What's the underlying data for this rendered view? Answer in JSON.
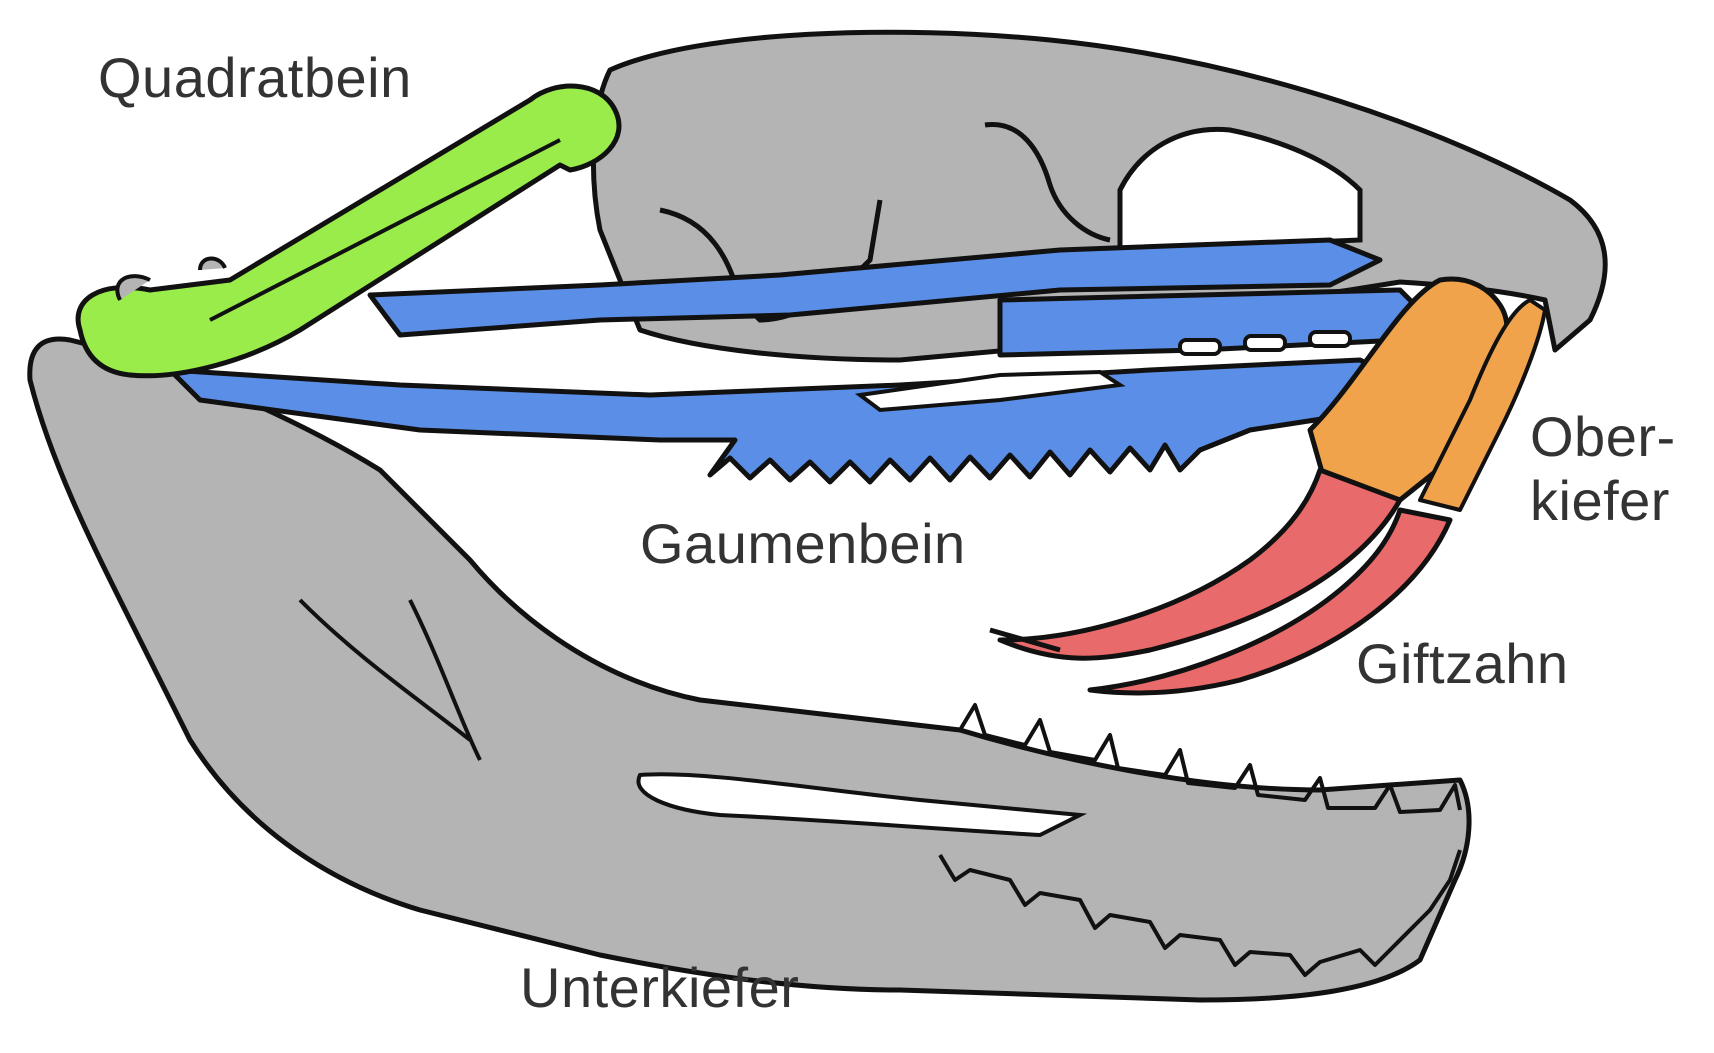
{
  "labels": {
    "quadratbein": "Quadratbein",
    "gaumenbein": "Gaumenbein",
    "oberkiefer_line1": "Ober-",
    "oberkiefer_line2": "kiefer",
    "giftzahn": "Giftzahn",
    "unterkiefer": "Unterkiefer"
  },
  "colors": {
    "skull": "#b4b4b4",
    "outline": "#111111",
    "quadratbein": "#99ec4a",
    "gaumenbein": "#5b8ee6",
    "oberkiefer": "#f0a34a",
    "giftzahn": "#e96a6a",
    "background": "#ffffff"
  }
}
